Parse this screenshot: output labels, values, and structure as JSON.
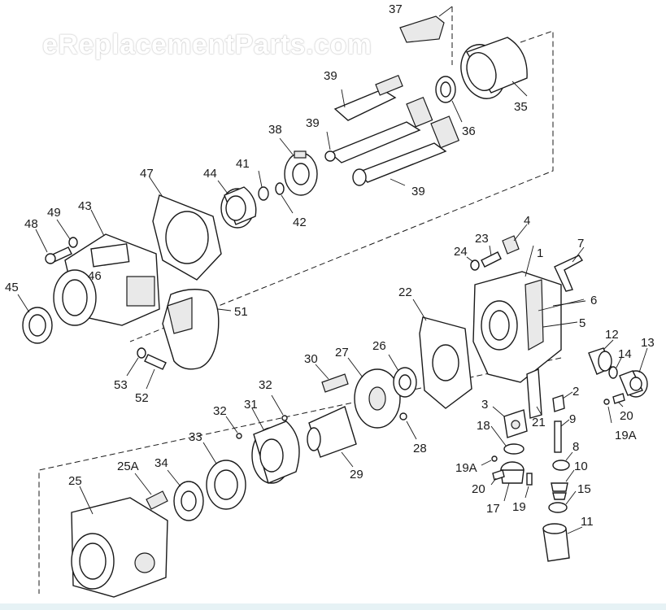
{
  "watermark": "eReplacementParts.com",
  "callouts": {
    "c37": "37",
    "c35": "35",
    "c36": "36",
    "c39a": "39",
    "c39b": "39",
    "c39c": "39",
    "c38": "38",
    "c41": "41",
    "c42": "42",
    "c44": "44",
    "c47": "47",
    "c43": "43",
    "c49": "49",
    "c48": "48",
    "c46": "46",
    "c45": "45",
    "c51": "51",
    "c53": "53",
    "c52": "52",
    "c4": "4",
    "c1": "1",
    "c7": "7",
    "c23": "23",
    "c24": "24",
    "c6": "6",
    "c5": "5",
    "c22": "22",
    "c12": "12",
    "c13": "13",
    "c14": "14",
    "c30": "30",
    "c27": "27",
    "c26": "26",
    "c32a": "32",
    "c32b": "32",
    "c31": "31",
    "c33": "33",
    "c28": "28",
    "c29": "29",
    "c3": "3",
    "c18": "18",
    "c21": "21",
    "c2": "2",
    "c9": "9",
    "c20a": "20",
    "c19A_a": "19A",
    "c8": "8",
    "c10": "10",
    "c15": "15",
    "c19A_b": "19A",
    "c20b": "20",
    "c17": "17",
    "c19": "19",
    "c11": "11",
    "c25A": "25A",
    "c34": "34",
    "c25": "25"
  }
}
